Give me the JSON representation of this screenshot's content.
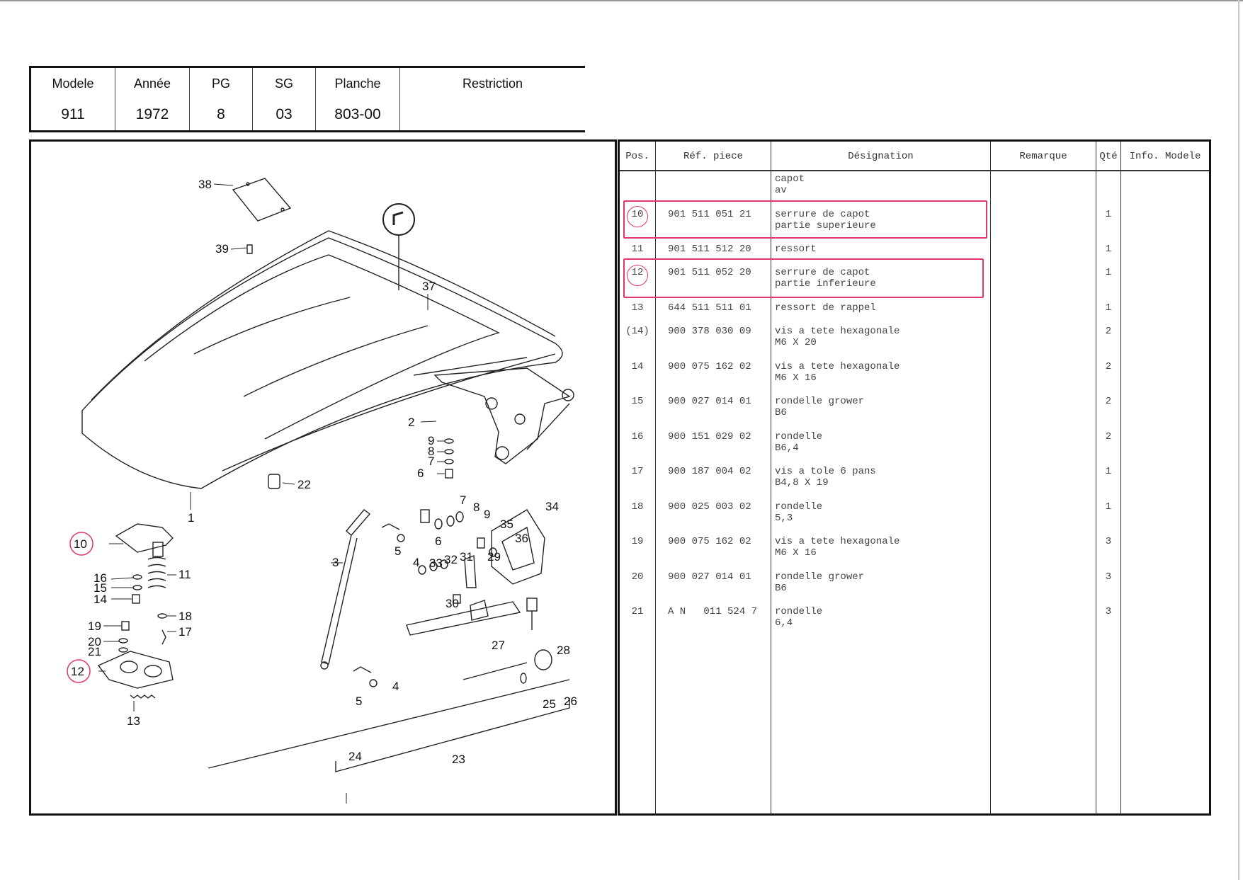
{
  "header": {
    "columns": [
      {
        "label": "Modele",
        "value": "911"
      },
      {
        "label": "Année",
        "value": "1972"
      },
      {
        "label": "PG",
        "value": "8"
      },
      {
        "label": "SG",
        "value": "03"
      },
      {
        "label": "Planche",
        "value": "803-00"
      },
      {
        "label": "Restriction",
        "value": ""
      }
    ]
  },
  "diagram": {
    "callouts": [
      "38",
      "39",
      "37",
      "2",
      "9",
      "8",
      "7",
      "6",
      "22",
      "1",
      "10",
      "16",
      "15",
      "14",
      "11",
      "19",
      "18",
      "17",
      "20",
      "21",
      "12",
      "13",
      "3",
      "5",
      "4",
      "7",
      "8",
      "9",
      "6",
      "33",
      "32",
      "31",
      "29",
      "35",
      "36",
      "34",
      "30",
      "27",
      "28",
      "5",
      "4",
      "25",
      "26",
      "24",
      "23"
    ]
  },
  "parts_table": {
    "headers": {
      "pos": "Pos.",
      "ref": "Réf. piece",
      "designation": "Désignation",
      "remarque": "Remarque",
      "qte": "Qté",
      "info": "Info. Modele"
    },
    "rows": [
      {
        "pos": "",
        "ref": "",
        "des1": "capot",
        "des2": "av",
        "qte": ""
      },
      {
        "pos": "10",
        "ref": "901 511 051 21",
        "des1": "serrure de capot",
        "des2": "partie superieure",
        "qte": "1"
      },
      {
        "pos": "11",
        "ref": "901 511 512 20",
        "des1": "ressort",
        "des2": "",
        "qte": "1"
      },
      {
        "pos": "12",
        "ref": "901 511 052 20",
        "des1": "serrure de capot",
        "des2": "partie inferieure",
        "qte": "1"
      },
      {
        "pos": "13",
        "ref": "644 511 511 01",
        "des1": "ressort de rappel",
        "des2": "",
        "qte": "1"
      },
      {
        "pos": "(14)",
        "ref": "900 378 030 09",
        "des1": "vis a tete hexagonale",
        "des2": "M6 X 20",
        "qte": "2"
      },
      {
        "pos": "14",
        "ref": "900 075 162 02",
        "des1": "vis a tete hexagonale",
        "des2": "M6 X 16",
        "qte": "2"
      },
      {
        "pos": "15",
        "ref": "900 027 014 01",
        "des1": "rondelle grower",
        "des2": "B6",
        "qte": "2"
      },
      {
        "pos": "16",
        "ref": "900 151 029 02",
        "des1": "rondelle",
        "des2": "B6,4",
        "qte": "2"
      },
      {
        "pos": "17",
        "ref": "900 187 004 02",
        "des1": "vis a tole 6 pans",
        "des2": "B4,8 X 19",
        "qte": "1"
      },
      {
        "pos": "18",
        "ref": "900 025 003 02",
        "des1": "rondelle",
        "des2": "5,3",
        "qte": "1"
      },
      {
        "pos": "19",
        "ref": "900 075 162 02",
        "des1": "vis a tete hexagonale",
        "des2": "M6 X 16",
        "qte": "3"
      },
      {
        "pos": "20",
        "ref": "900 027 014 01",
        "des1": "rondelle grower",
        "des2": "B6",
        "qte": "3"
      },
      {
        "pos": "21",
        "ref": "A N   011 524 7",
        "des1": "rondelle",
        "des2": "6,4",
        "qte": "3"
      }
    ],
    "highlight_color": "#e3366a"
  }
}
